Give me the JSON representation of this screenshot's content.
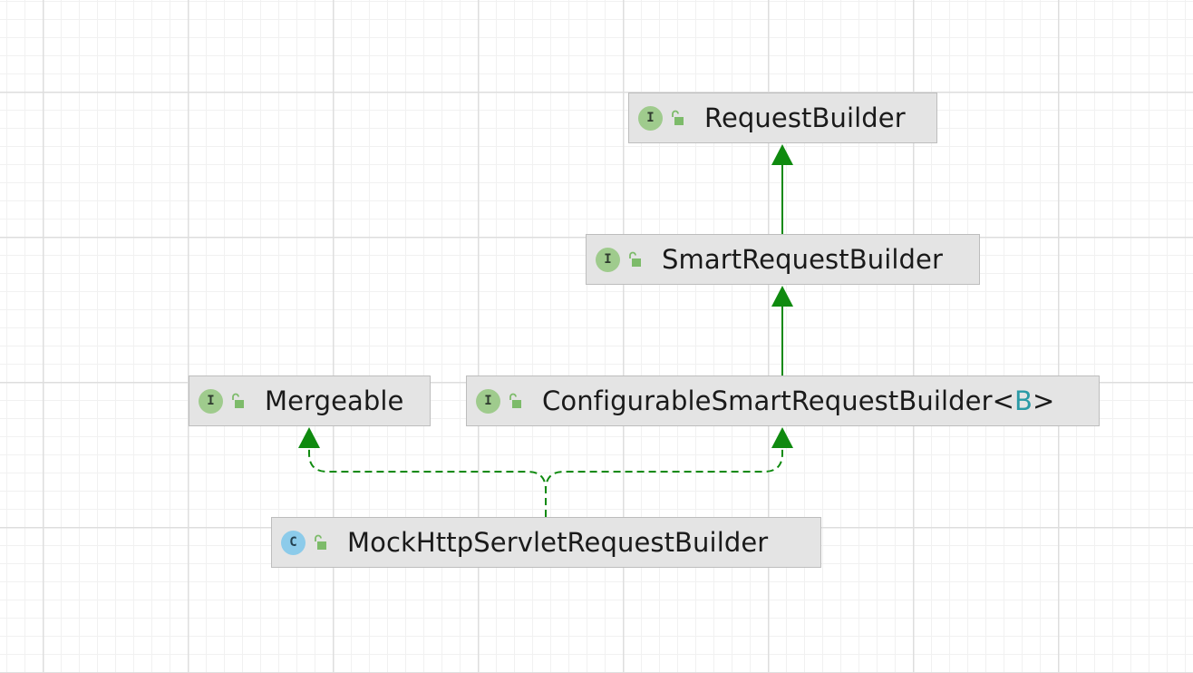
{
  "diagram": {
    "nodes": [
      {
        "id": "request-builder",
        "kind": "interface",
        "badge": "I",
        "label": "RequestBuilder"
      },
      {
        "id": "smart-request-builder",
        "kind": "interface",
        "badge": "I",
        "label": "SmartRequestBuilder"
      },
      {
        "id": "mergeable",
        "kind": "interface",
        "badge": "I",
        "label": "Mergeable"
      },
      {
        "id": "configurable-smart-request-builder",
        "kind": "interface",
        "badge": "I",
        "label": "ConfigurableSmartRequestBuilder",
        "type_open": "<",
        "type_param": "B",
        "type_close": ">"
      },
      {
        "id": "mock-http-servlet-request-builder",
        "kind": "class",
        "badge": "C",
        "label": "MockHttpServletRequestBuilder"
      }
    ],
    "edges": [
      {
        "from": "smart-request-builder",
        "to": "request-builder",
        "style": "extends"
      },
      {
        "from": "configurable-smart-request-builder",
        "to": "smart-request-builder",
        "style": "extends"
      },
      {
        "from": "mock-http-servlet-request-builder",
        "to": "mergeable",
        "style": "implements"
      },
      {
        "from": "mock-http-servlet-request-builder",
        "to": "configurable-smart-request-builder",
        "style": "implements"
      }
    ],
    "colors": {
      "edge": "#0f8a0f",
      "interface_badge": "#9fcb8d",
      "class_badge": "#8ccbea",
      "type_param": "#2a9aa6",
      "node_fill": "#e4e4e4",
      "node_border": "#bdbdbd"
    }
  }
}
